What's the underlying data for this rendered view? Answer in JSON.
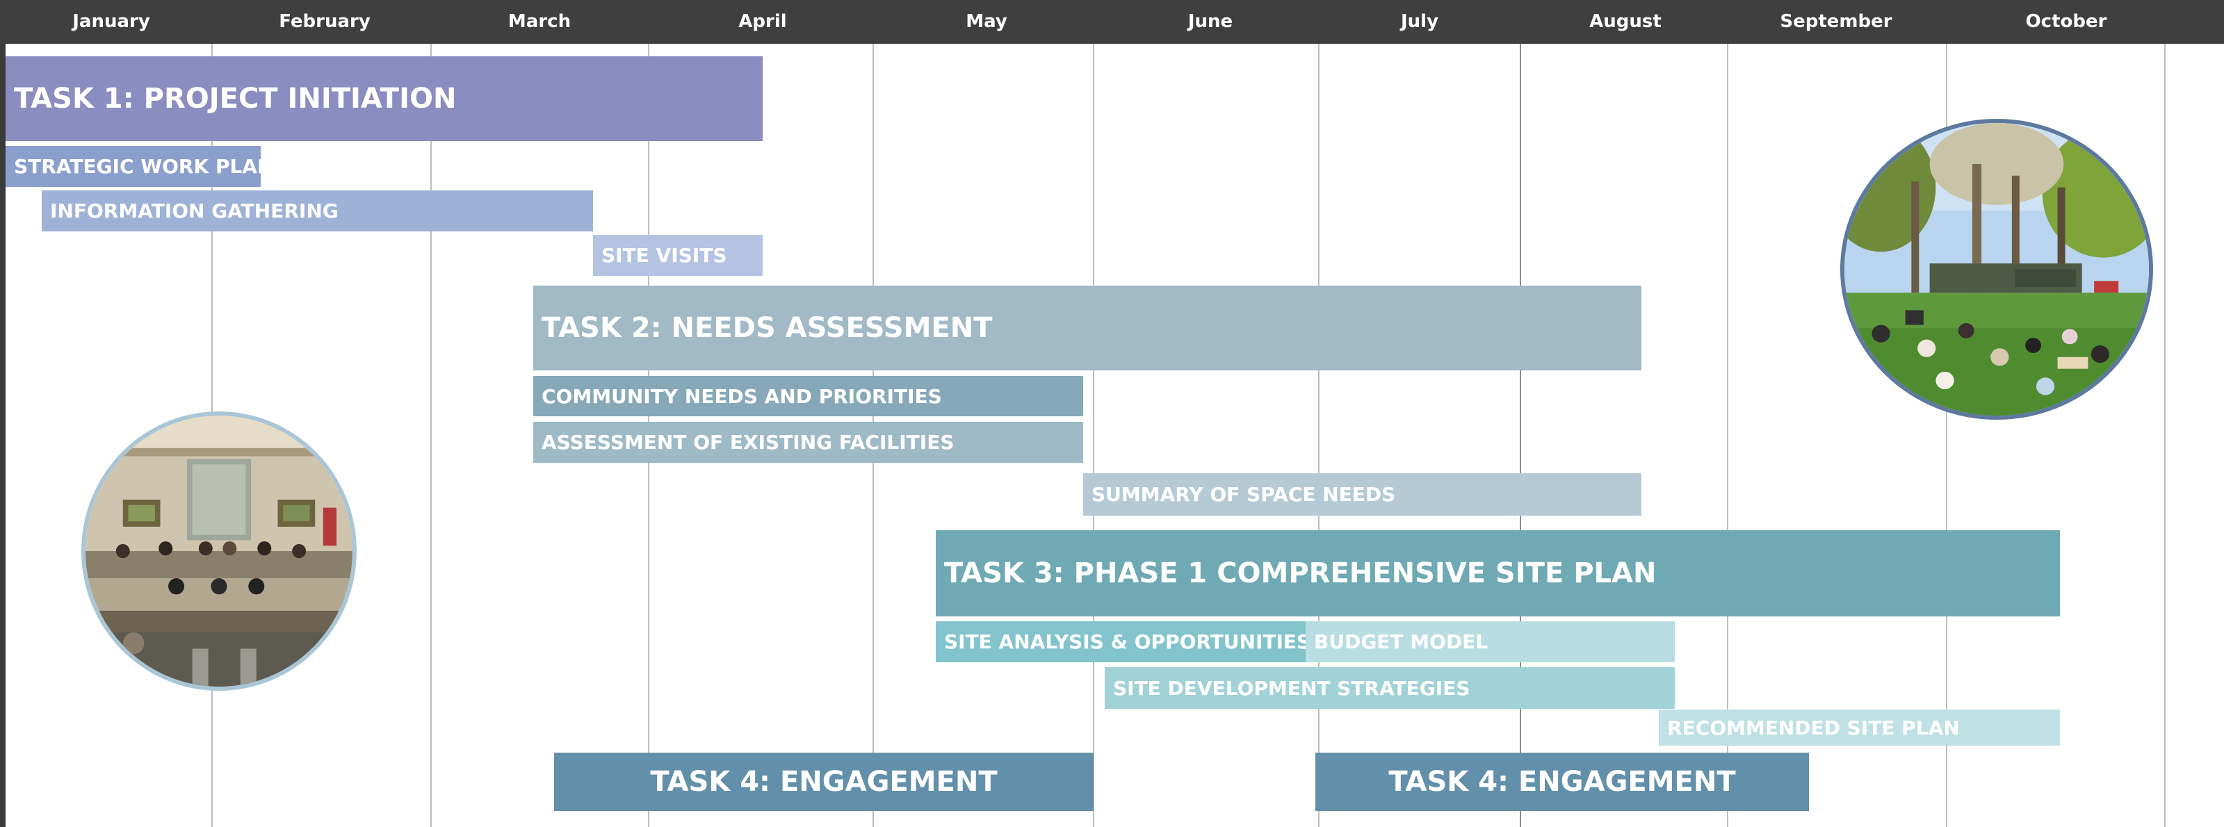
{
  "timeline": {
    "months": [
      "January",
      "February",
      "March",
      "April",
      "May",
      "June",
      "July",
      "August",
      "September",
      "October"
    ]
  },
  "colors": {
    "task1": "#8b8cbf",
    "strategic_work_plan": "#8b9fcc",
    "information_gathering": "#9db2d6",
    "site_visits": "#b3c3e1",
    "task2": "#a2b9c6",
    "community_needs": "#86a8b8",
    "assessment_existing": "#9fbac7",
    "summary_space": "#b5cad5",
    "task3": "#6fa9b3",
    "site_analysis": "#83c4cc",
    "budget_model": "#b9dde2",
    "site_development": "#a0d2d7",
    "recommended_site": "#bfe0e4",
    "task4": "#6290aa"
  },
  "bars": {
    "task1": "TASK 1: PROJECT INITIATION",
    "strategic_work_plan": "STRATEGIC WORK PLAN",
    "information_gathering": "INFORMATION GATHERING",
    "site_visits": "SITE VISITS",
    "task2": "TASK 2: NEEDS ASSESSMENT",
    "community_needs": "COMMUNITY NEEDS AND PRIORITIES",
    "assessment_existing": "ASSESSMENT OF EXISTING FACILITIES",
    "summary_space": "SUMMARY OF SPACE NEEDS",
    "task3": "TASK 3: PHASE 1 COMPREHENSIVE SITE PLAN",
    "site_analysis": "SITE ANALYSIS & OPPORTUNITIES",
    "budget_model": "BUDGET MODEL",
    "site_development": "SITE DEVELOPMENT STRATEGIES",
    "recommended_site": "RECOMMENDED SITE PLAN",
    "task4_a": "TASK 4: ENGAGEMENT",
    "task4_b": "TASK 4: ENGAGEMENT"
  },
  "photos": {
    "left": "council-meeting-photo",
    "right": "park-picnic-photo"
  }
}
